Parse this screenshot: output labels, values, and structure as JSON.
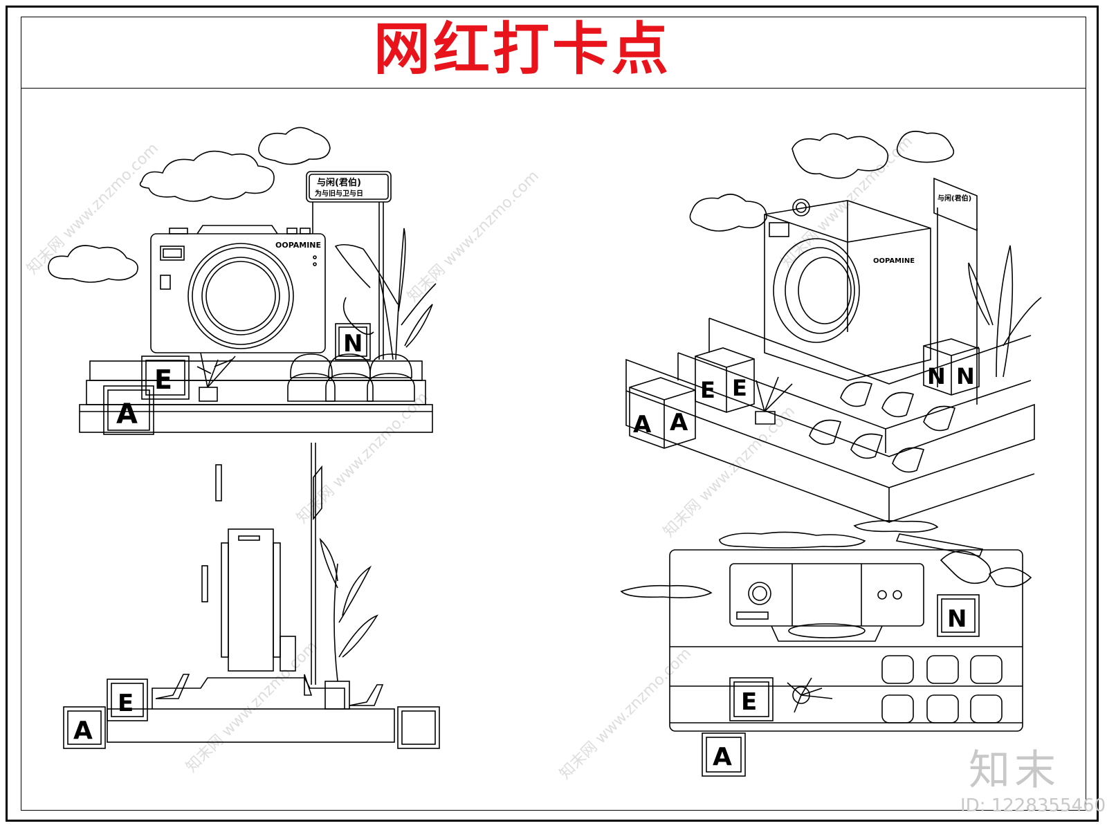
{
  "title": "网红打卡点",
  "camera_brand": "OOPAMINE",
  "sign_line1": "与闲(君伯)",
  "sign_line2": "为与旧与卫与日",
  "blocks": {
    "a": "A",
    "e": "E",
    "n": "N"
  },
  "watermark": {
    "site": "www.znzmo.com",
    "brand": "知末网"
  },
  "logo": "知末",
  "image_id": "ID: 1228355460",
  "colors": {
    "title": "#e8131b",
    "line": "#000000",
    "watermark": "#c8c8c8"
  }
}
